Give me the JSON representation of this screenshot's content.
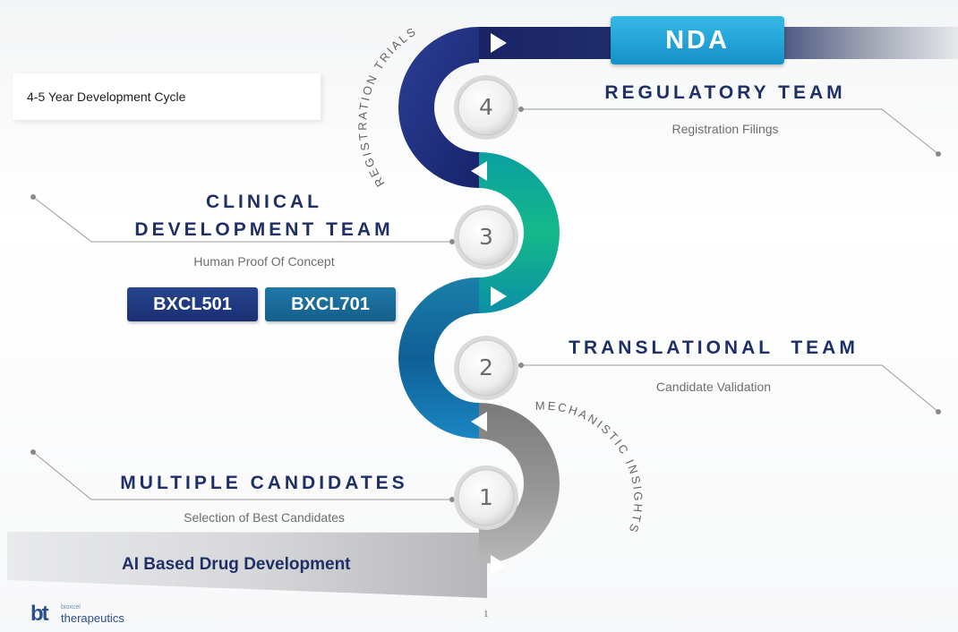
{
  "slide": {
    "cycle_label": "4-5 Year Development Cycle",
    "nda_label": "NDA",
    "ai_label": "AI Based Drug Development",
    "page_number": "1",
    "arc_labels": {
      "top": "REGISTRATION TRIALS",
      "bottom": "MECHANISTIC INSIGHTS"
    },
    "stages": [
      {
        "number": "1",
        "title": "MULTIPLE CANDIDATES",
        "subtitle": "Selection of Best Candidates"
      },
      {
        "number": "2",
        "title": "TRANSLATIONAL  TEAM",
        "subtitle": "Candidate Validation"
      },
      {
        "number": "3",
        "title_line1": "CLINICAL",
        "title_line2": "DEVELOPMENT TEAM",
        "subtitle": "Human Proof Of Concept"
      },
      {
        "number": "4",
        "title": "REGULATORY TEAM",
        "subtitle": "Registration Filings"
      }
    ],
    "candidates": [
      "BXCL501",
      "BXCL701"
    ],
    "logo": {
      "mark": "bt",
      "small": "bioxcel",
      "word": "therapeutics"
    },
    "colors": {
      "navy": "#1f2f7a",
      "green": "#0aa877",
      "teal": "#1a83b4",
      "gray": "#8a8a8a",
      "title": "#1f3068"
    }
  }
}
